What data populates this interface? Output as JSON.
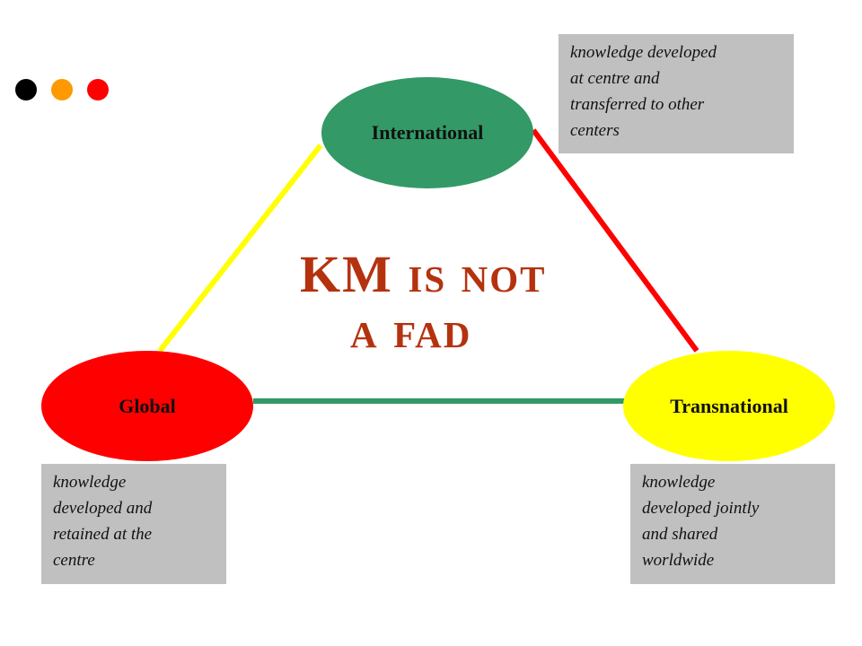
{
  "colors": {
    "dot_black": "#000000",
    "dot_orange": "#ff9900",
    "dot_red": "#ff0000",
    "international": "#339966",
    "global": "#ff0000",
    "transnational": "#ffff00",
    "edge_international_global": "#ffff00",
    "edge_international_transnational": "#ff0000",
    "edge_global_transnational": "#339966",
    "note_bg": "#c0c0c0",
    "title": "#b5320f"
  },
  "title": {
    "line1": "KM is not",
    "line2": "a fad"
  },
  "nodes": {
    "international": {
      "label": "International"
    },
    "global": {
      "label": "Global"
    },
    "transnational": {
      "label": "Transnational"
    }
  },
  "notes": {
    "international": [
      "knowledge developed",
      "at centre and",
      "transferred to other",
      "centers"
    ],
    "global": [
      "knowledge",
      "developed and",
      "retained at the",
      "centre"
    ],
    "transnational": [
      "knowledge",
      "developed jointly",
      "and shared",
      "worldwide"
    ]
  }
}
